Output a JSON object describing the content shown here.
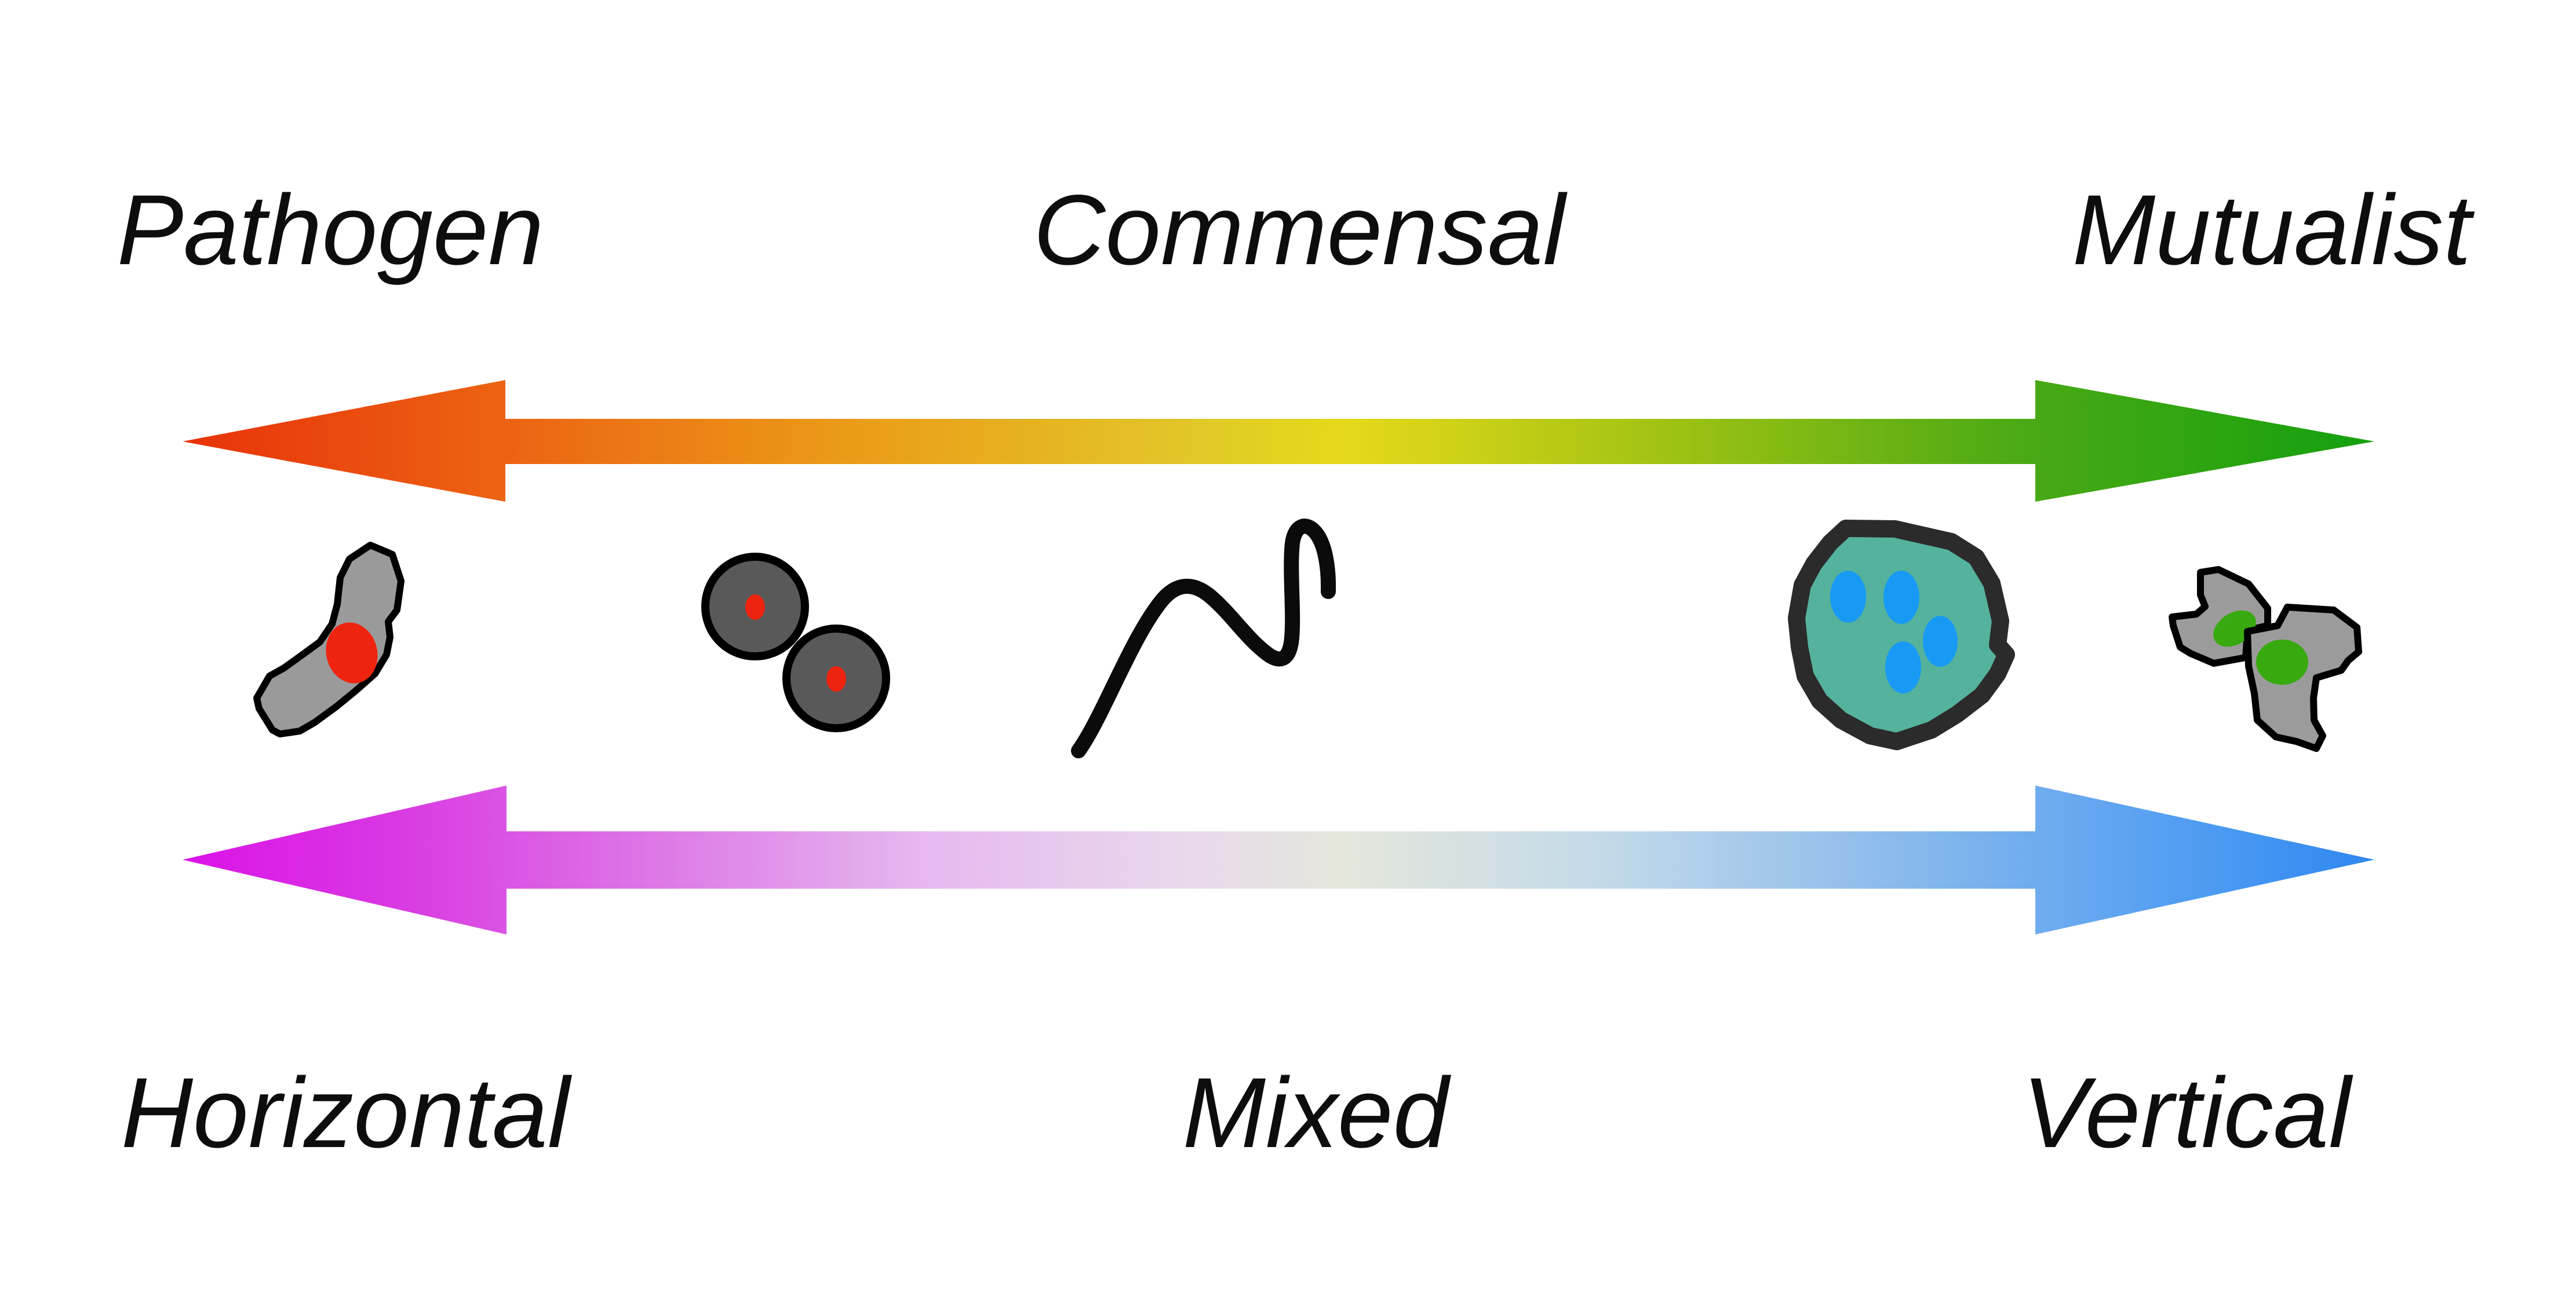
{
  "background": "#ffffff",
  "text_color": "#0d0d0d",
  "axes": {
    "top": {
      "left_label": "Pathogen",
      "center_label": "Commensal",
      "right_label": "Mutualist",
      "stops": [
        {
          "color": "#e8320a"
        },
        {
          "color": "#ec6413"
        },
        {
          "color": "#eb9a18"
        },
        {
          "color": "#e2c728"
        },
        {
          "color": "#e6d91a"
        },
        {
          "color": "#a8c513"
        },
        {
          "color": "#4aa915"
        },
        {
          "color": "#14a00e"
        }
      ]
    },
    "bottom": {
      "left_label": "Horizontal",
      "center_label": "Mixed",
      "right_label": "Vertical",
      "stops": [
        {
          "color": "#da12e8"
        },
        {
          "color": "#d93ae2"
        },
        {
          "color": "#dd7ae6"
        },
        {
          "color": "#e6b9ef"
        },
        {
          "color": "#e9d9ec"
        },
        {
          "color": "#e4e7db"
        },
        {
          "color": "#c2d9e9"
        },
        {
          "color": "#83b6ec"
        },
        {
          "color": "#4f9cf2"
        },
        {
          "color": "#2f87f0"
        }
      ]
    }
  },
  "organisms": [
    {
      "name": "amoeboid-cell",
      "body": "#9a9a9a",
      "outline": "#000000",
      "nucleus": "#ee2410"
    },
    {
      "name": "cocci-pair",
      "body": "#595959",
      "outline": "#000000",
      "nucleus": "#ee2410"
    },
    {
      "name": "spirochete",
      "stroke": "#0b0b0b"
    },
    {
      "name": "host-cell",
      "body": "#55b29c",
      "outline": "#2b2b2b",
      "symbiont": "#189af4"
    },
    {
      "name": "cell-pair-green-symbiont",
      "body": "#9b9b9b",
      "outline": "#000000",
      "symbiont": "#38a90e"
    }
  ]
}
